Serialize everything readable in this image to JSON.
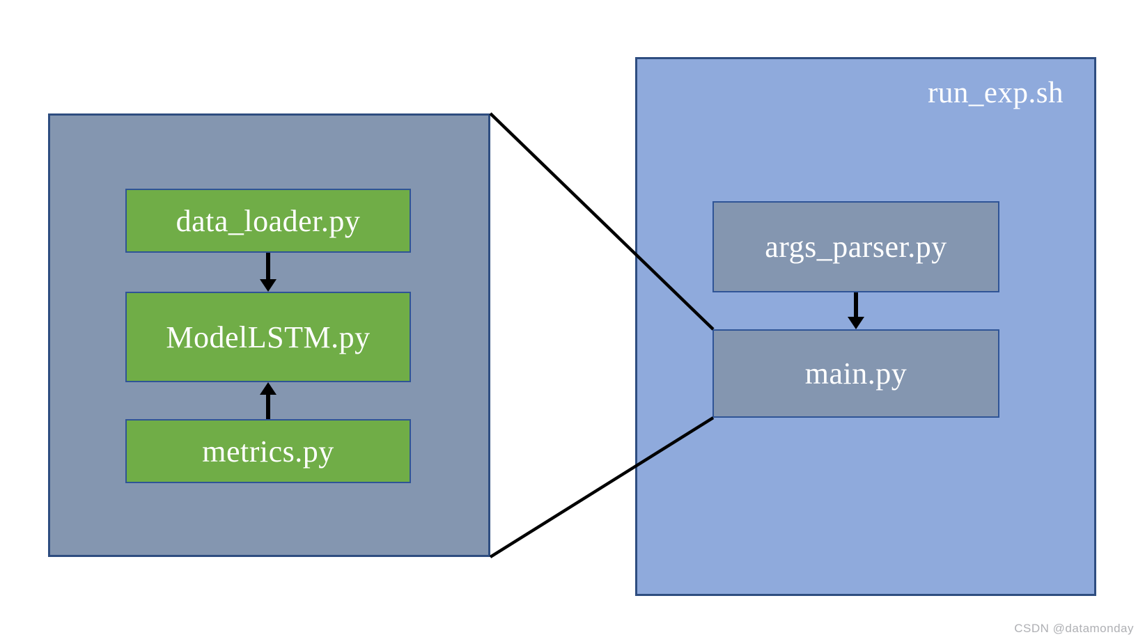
{
  "diagram": {
    "left_group": {
      "modules": [
        {
          "id": "data_loader",
          "label": "data_loader.py"
        },
        {
          "id": "model_lstm",
          "label": "ModelLSTM.py"
        },
        {
          "id": "metrics",
          "label": "metrics.py"
        }
      ],
      "edges": [
        {
          "from": "data_loader",
          "to": "model_lstm",
          "direction": "down"
        },
        {
          "from": "metrics",
          "to": "model_lstm",
          "direction": "up"
        }
      ]
    },
    "right_group": {
      "title": "run_exp.sh",
      "modules": [
        {
          "id": "args_parser",
          "label": "args_parser.py"
        },
        {
          "id": "main",
          "label": "main.py"
        }
      ],
      "edges": [
        {
          "from": "args_parser",
          "to": "main",
          "direction": "down"
        }
      ]
    },
    "connection": {
      "type": "zoom-expansion",
      "from": "main",
      "to": "left_group"
    },
    "colors": {
      "left_group_fill": "#8496B0",
      "right_group_fill": "#8FAADC",
      "module_green_fill": "#70AD47",
      "module_gray_fill": "#8496B0",
      "box_border": "#2F5496",
      "group_border": "#2E4D80",
      "label_text": "#FFFFFF",
      "arrow": "#000000",
      "watermark_text": "#AFB0B4"
    },
    "watermark": "CSDN @datamonday"
  }
}
